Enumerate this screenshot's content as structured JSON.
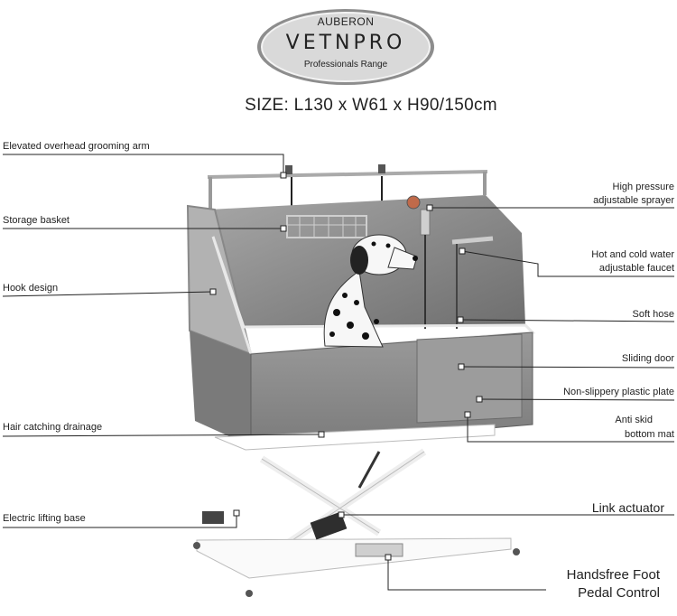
{
  "brand": {
    "top": "AUBERON",
    "name": "VETNPRO",
    "range": "Professionals Range"
  },
  "size_text": "SIZE: L130 x W61 x H90/150cm",
  "labels": {
    "overhead_arm": "Elevated overhead grooming arm",
    "storage_basket": "Storage basket",
    "hook_design": "Hook design",
    "hair_drainage": "Hair catching drainage",
    "lifting_base": "Electric lifting base",
    "sprayer_1": "High pressure",
    "sprayer_2": "adjustable sprayer",
    "faucet_1": "Hot and cold water",
    "faucet_2": "adjustable faucet",
    "soft_hose": "Soft hose",
    "sliding_door": "Sliding door",
    "plastic_plate": "Non-slippery plastic plate",
    "anti_skid_1": "Anti skid",
    "anti_skid_2": "bottom mat",
    "link_actuator": "Link actuator",
    "foot_pedal_1": "Handsfree Foot",
    "foot_pedal_2": "Pedal Control"
  }
}
